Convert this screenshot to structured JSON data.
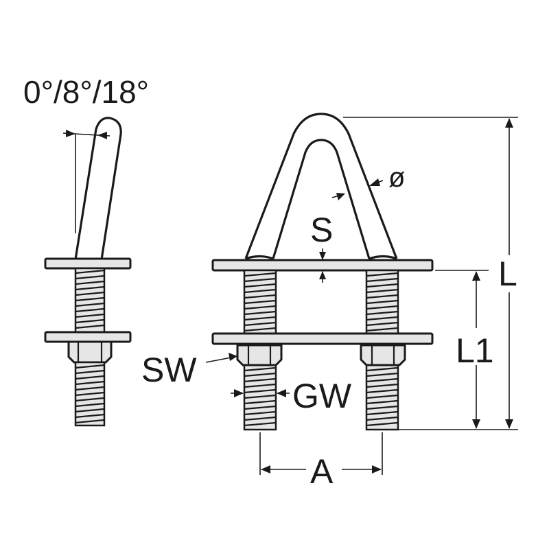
{
  "labels": {
    "angle": "0°/8°/18°",
    "diameter": "ø",
    "s": "S",
    "l": "L",
    "l1": "L1",
    "sw": "SW",
    "gw": "GW",
    "a": "A"
  },
  "colors": {
    "line": "#1a1a1a",
    "fill": "#e6e6e6",
    "background": "#ffffff"
  }
}
